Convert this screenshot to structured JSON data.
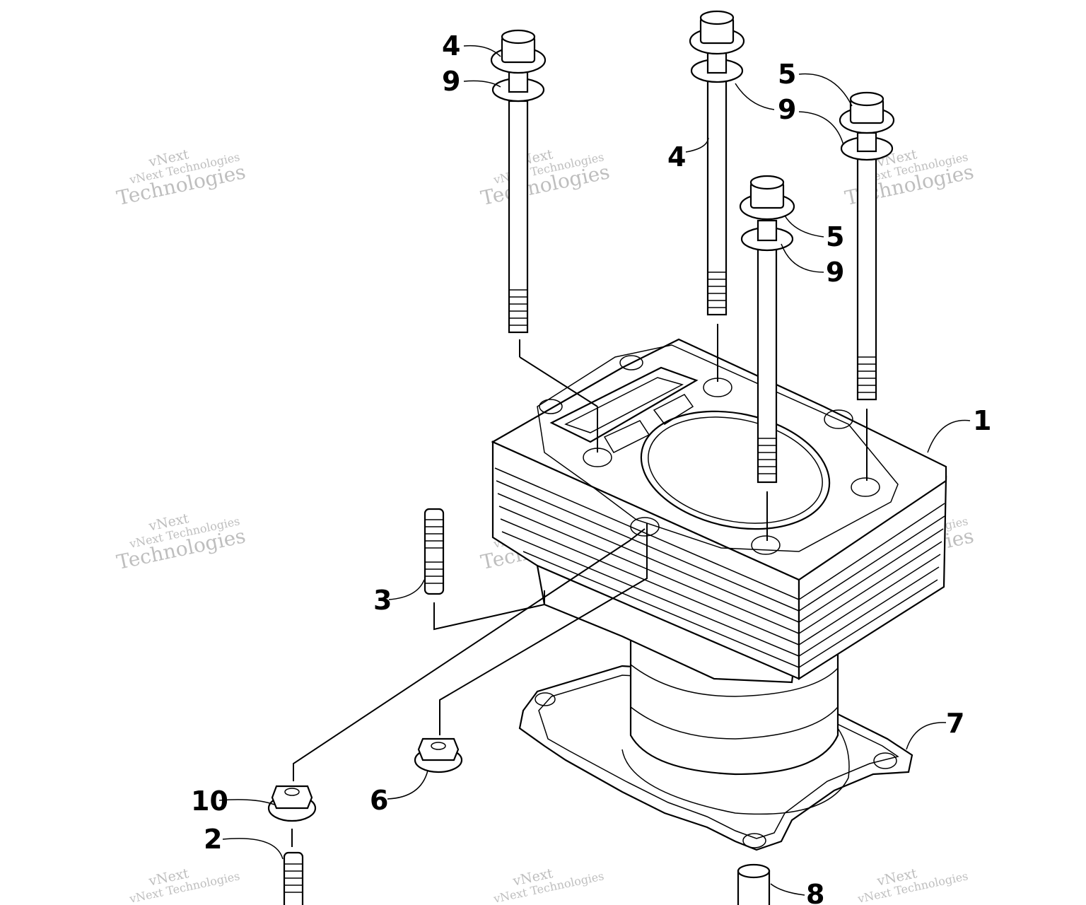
{
  "diagram": {
    "callouts": [
      {
        "id": "c4a",
        "text": "4"
      },
      {
        "id": "c9a",
        "text": "9"
      },
      {
        "id": "c4b",
        "text": "4"
      },
      {
        "id": "c9b",
        "text": "9"
      },
      {
        "id": "c5a",
        "text": "5"
      },
      {
        "id": "c9c",
        "text": "9"
      },
      {
        "id": "c5b",
        "text": "5"
      },
      {
        "id": "c9d",
        "text": "9"
      },
      {
        "id": "c1",
        "text": "1"
      },
      {
        "id": "c3",
        "text": "3"
      },
      {
        "id": "c7",
        "text": "7"
      },
      {
        "id": "c6",
        "text": "6"
      },
      {
        "id": "c10",
        "text": "10"
      },
      {
        "id": "c2",
        "text": "2"
      },
      {
        "id": "c8",
        "text": "8"
      }
    ],
    "watermark": {
      "line1": "vNext",
      "line2": "vNext Technologies",
      "line3": "Technologies"
    }
  }
}
